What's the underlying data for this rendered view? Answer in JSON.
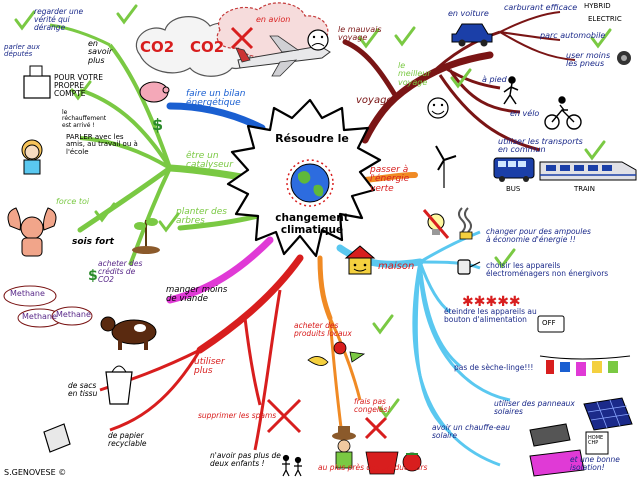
{
  "center": {
    "title": "Résoudre le",
    "subtitle": "changement climatique"
  },
  "author": "S.GENOVESE ©",
  "colors": {
    "green": "#7ac943",
    "blue": "#1a5fd1",
    "red": "#d81e1e",
    "darkred": "#7a1515",
    "orange": "#f08a24",
    "magenta": "#e03ad6",
    "cyan": "#5ac8f0",
    "navy": "#1b2a8a",
    "purple": "#5a2a8a"
  },
  "labels": {
    "mauvais_voyage": "le mauvais voyage",
    "meilleur_voyage": "le meilleur voyage",
    "voyage": "voyage",
    "en_voiture": "en voiture",
    "carburant": "carburant efficace",
    "hybrid": "HYBRID",
    "electric": "ELECTRIC",
    "parc_auto": "parc automobile",
    "user_pneus": "user moins les pneus",
    "a_pied": "à pied",
    "en_velo": "en vélo",
    "transports": "utiliser les transports en commun",
    "bus": "BUS",
    "train": "TRAIN",
    "energie_verte": "passer à l'énergie verte",
    "ampoules": "changer pour des ampoules à économie d'énergie !!",
    "maison": "maison",
    "appareils": "choisir les appareils électroménagers non énergivors",
    "eteindre": "éteindre les appareils au bouton d'alimentation",
    "off": "OFF",
    "seche_linge": "pas de sèche-linge!!!",
    "panneaux": "utiliser des panneaux solaires",
    "chauffe_eau": "avoir un chauffe-eau solaire",
    "isolation": "et une bonne isolation!",
    "home": "HOME CHP",
    "produits_locaux": "acheter des produits locaux",
    "frais": "frais pas congelés!",
    "plus_pres": "au plus près des producteurs",
    "utiliser_plus": "utiliser plus",
    "spams": "supprimer les spams",
    "enfants": "n'avoir pas plus de deux enfants !",
    "sacs_tissu": "de sacs en tissu",
    "papier": "de papier recyclable",
    "viande": "manger moins de viande",
    "methane": "Methane",
    "credits": "acheter des crédits de CO2",
    "planter": "planter des arbres",
    "sois_fort": "sois fort",
    "force_toi": "force toi",
    "catalyseur": "être un catalyseur",
    "bilan": "faire un bilan énergétique",
    "parler": "PARLER avec les amis, au travail ou à l'école",
    "rechauffement": "le réchauffement est arrivé !",
    "pour_votre": "POUR VOTRE PROPRE COMPTE",
    "parler_deputes": "parler aux députés",
    "verite": "regarder une vérité qui dérange",
    "en_savoir": "en savoir plus",
    "co2": "CO2",
    "en_avion": "en avion"
  }
}
